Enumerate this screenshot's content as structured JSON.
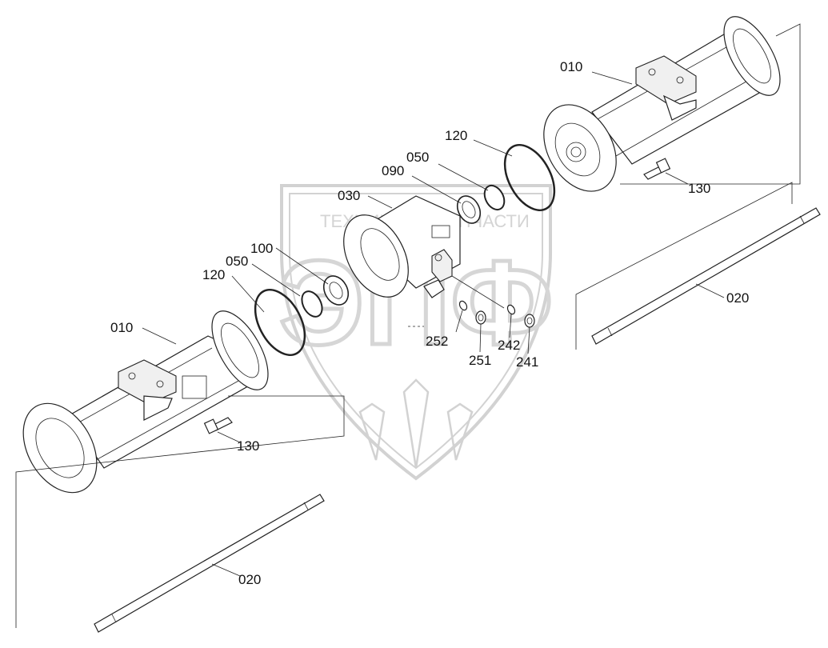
{
  "watermark": {
    "company": "ТЕХНИКА",
    "company2": "ЗАПЧАСТИ",
    "logo_letters": "ЭПФ"
  },
  "callouts": {
    "housing_right": "010",
    "housing_left": "010",
    "shaft_right": "020",
    "shaft_left": "020",
    "center_housing": "030",
    "seal_right": "050",
    "seal_left": "050",
    "bearing_right": "090",
    "bearing_left": "100",
    "oring_right": "120",
    "oring_left": "120",
    "bolt_right": "130",
    "bolt_left": "130",
    "plug_241": "241",
    "ring_242": "242",
    "plug_251": "251",
    "ring_252": "252"
  }
}
